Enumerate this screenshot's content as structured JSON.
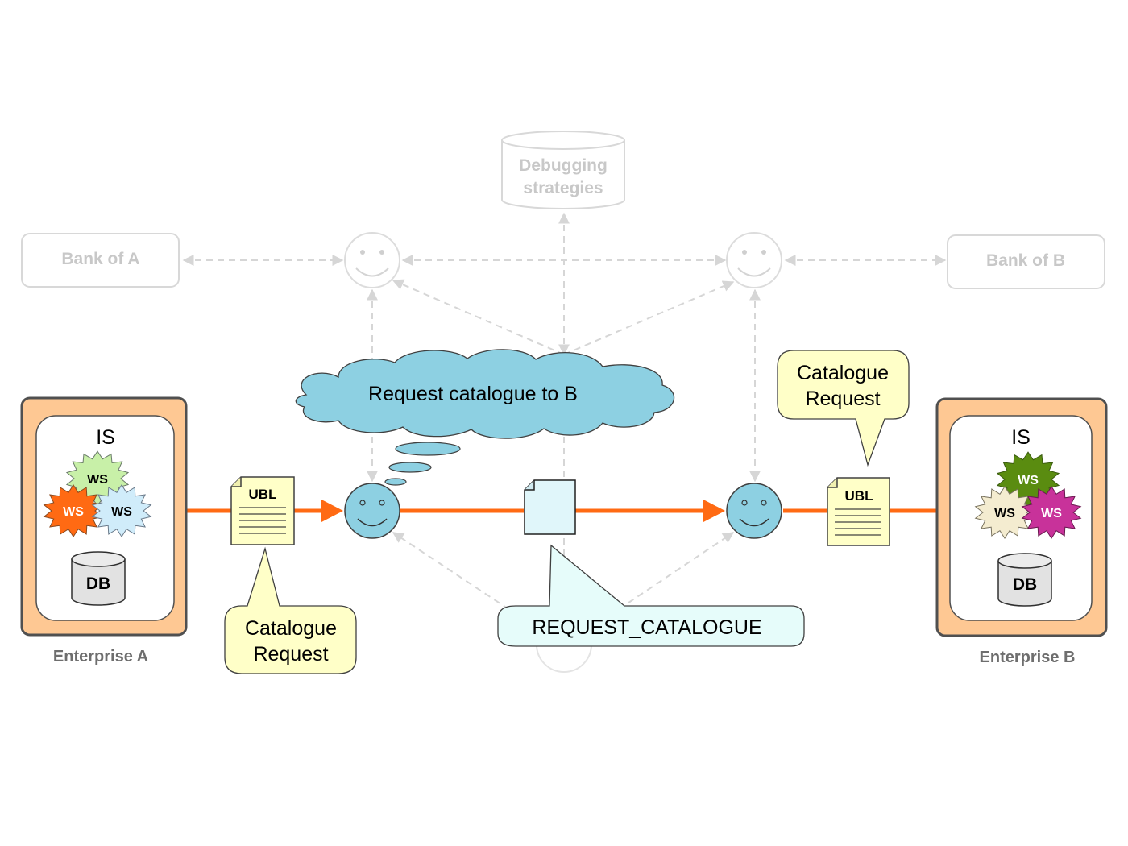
{
  "debugging_strategies": {
    "line1": "Debugging",
    "line2": "strategies"
  },
  "bank_a": "Bank of A",
  "bank_b": "Bank of B",
  "enterprise_a": {
    "is_label": "IS",
    "ws": [
      "WS",
      "WS",
      "WS"
    ],
    "db_label": "DB",
    "caption": "Enterprise A"
  },
  "enterprise_b": {
    "is_label": "IS",
    "ws": [
      "WS",
      "WS",
      "WS"
    ],
    "db_label": "DB",
    "caption": "Enterprise B"
  },
  "thought_cloud": "Request catalogue to B",
  "doc_left": {
    "label": "UBL"
  },
  "doc_right": {
    "label": "UBL"
  },
  "callout_left": {
    "line1": "Catalogue",
    "line2": "Request"
  },
  "callout_right": {
    "line1": "Catalogue",
    "line2": "Request"
  },
  "message_callout": "REQUEST_CATALOGUE",
  "colors": {
    "flow_arrow": "#ff6a13",
    "agent_fill": "#8dd0e2",
    "enterprise_frame": "#fec893",
    "callout_fill": "#ffffc8",
    "message_fill": "#e6fcfa",
    "faded": "#d8d8d8"
  }
}
